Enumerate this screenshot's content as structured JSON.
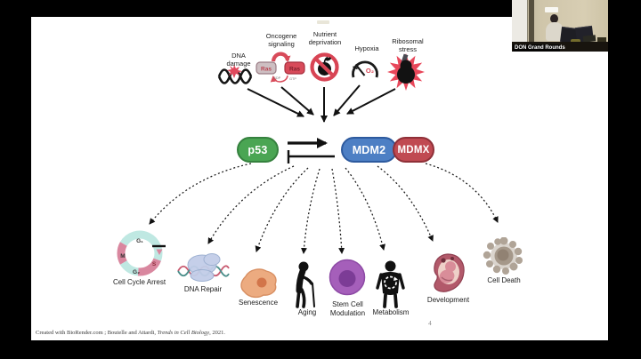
{
  "webcam": {
    "label": "DON Grand Rounds"
  },
  "slide": {
    "page_number": "4",
    "footer": {
      "prefix": "Created with BioRender.com ; Boutelle and Attardi, ",
      "italic": "Trends in Cell Biology",
      "suffix": ", 2021."
    },
    "stressors": [
      {
        "label": "DNA\ndamage",
        "icon": "dna-damage-icon"
      },
      {
        "label": "Oncogene\nsignaling",
        "icon": "ras-cycle-icon",
        "ras_inactive": "Ras",
        "ras_active": "Ras",
        "gdp": "GDP",
        "gtp": "GTP"
      },
      {
        "label": "Nutrient\ndeprivation",
        "icon": "no-food-icon"
      },
      {
        "label": "Hypoxia",
        "icon": "oxygen-gauge-icon",
        "gauge_text": "O₂"
      },
      {
        "label": "Ribosomal\nstress",
        "icon": "ribosome-stress-icon"
      }
    ],
    "hub": {
      "p53": "p53",
      "mdm2": "MDM2",
      "mdmx": "MDMX"
    },
    "cell_cycle_phases": {
      "g1": "G₁",
      "s": "S",
      "g2": "G₂",
      "m": "M"
    },
    "outcomes": [
      {
        "label": "Cell Cycle Arrest",
        "icon": "cell-cycle-ring-icon"
      },
      {
        "label": "DNA Repair",
        "icon": "dna-repair-icon"
      },
      {
        "label": "Senescence",
        "icon": "senescent-cell-icon"
      },
      {
        "label": "Aging",
        "icon": "elderly-person-icon"
      },
      {
        "label": "Stem Cell\nModulation",
        "icon": "stem-cell-icon"
      },
      {
        "label": "Metabolism",
        "icon": "metabolism-person-icon"
      },
      {
        "label": "Development",
        "icon": "fetus-icon"
      },
      {
        "label": "Cell Death",
        "icon": "apoptotic-cell-icon"
      }
    ],
    "colors": {
      "p53_green": "#4aa553",
      "mdm2_blue": "#4d7fc4",
      "mdmx_red": "#c04a52",
      "stress_red": "#d94556",
      "cycle_teal": "#bfe8e2",
      "cycle_pink": "#d9879f",
      "stem_purple": "#a55fba",
      "senescence_orange": "#ecab80",
      "death_gray": "#aba095"
    }
  }
}
